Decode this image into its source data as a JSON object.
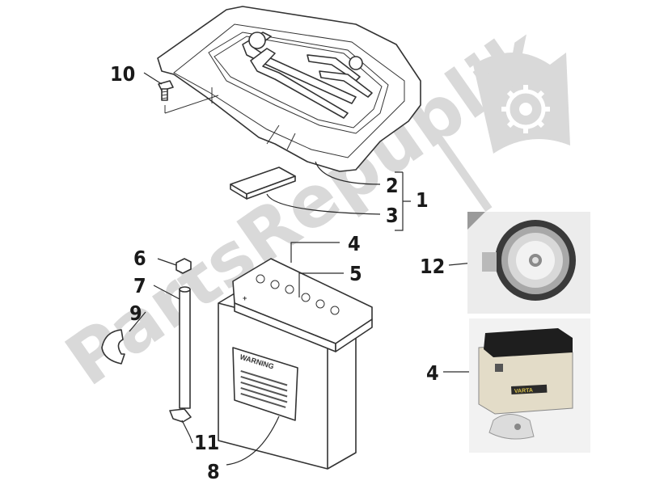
{
  "watermark": {
    "text": "PartsRepublik",
    "icon": "gear-flag-icon"
  },
  "callouts": {
    "c1": "1",
    "c2": "2",
    "c3": "3",
    "c4": "4",
    "c5": "5",
    "c6": "6",
    "c7": "7",
    "c8": "8",
    "c9": "9",
    "c10": "10",
    "c11": "11",
    "c12": "12",
    "c4_photo": "4"
  },
  "battery": {
    "warning_label": "WARNING",
    "terminal_mark": "+"
  },
  "photo_battery": {
    "brand_label": "VARTA"
  },
  "colors": {
    "watermark": "#d9d9d9",
    "ink": "#1a1a1a",
    "photo_bg": "#f0f0f0"
  }
}
